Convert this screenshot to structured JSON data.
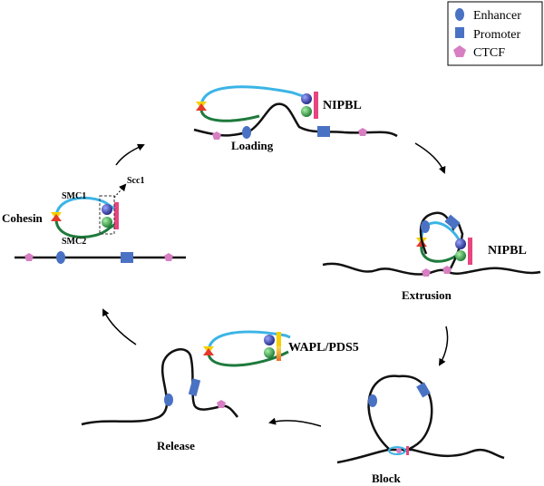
{
  "legend": {
    "items": [
      {
        "label": "Enhancer",
        "shape": "ellipse",
        "color": "#4a72c4"
      },
      {
        "label": "Promoter",
        "shape": "rect",
        "color": "#4a72c4"
      },
      {
        "label": "CTCF",
        "shape": "pentagon",
        "color": "#d77fc2"
      }
    ]
  },
  "labels": {
    "cohesin": "Cohesin",
    "smc1": "SMC1",
    "smc2": "SMC2",
    "scc1": "Scc1",
    "nipbl_top": "NIPBL",
    "nipbl_right": "NIPBL",
    "wapl": "WAPL/PDS5"
  },
  "stages": {
    "loading": "Loading",
    "extrusion": "Extrusion",
    "block": "Block",
    "release": "Release"
  },
  "colors": {
    "dna": "#111111",
    "smc1": "#3bb4e6",
    "smc2": "#1e7a3c",
    "hinge_yellow": "#f5d000",
    "hinge_red": "#e53a2a",
    "head_blue": "#2a3aa0",
    "head_green": "#2c9a44",
    "nipbl": "#e6457e",
    "enhancer": "#4a72c4",
    "promoter": "#4a72c4",
    "ctcf": "#d77fc2"
  }
}
